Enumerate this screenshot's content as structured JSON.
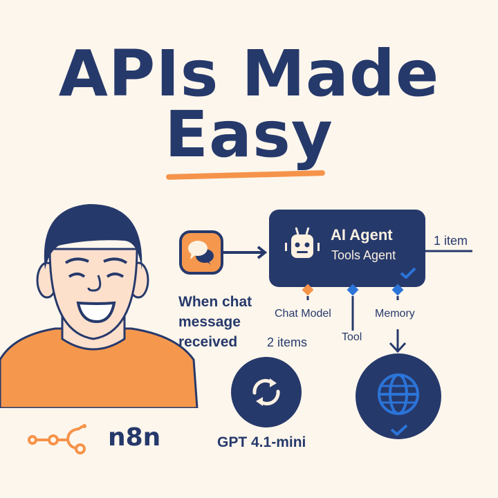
{
  "headline": {
    "line1": "APIs Made",
    "line2": "Easy"
  },
  "colors": {
    "background": "#fdf6ec",
    "navy": "#26396b",
    "orange": "#f5934a",
    "blue": "#2b74d8",
    "cream": "#fdf1e2"
  },
  "workflow": {
    "trigger": {
      "icon": "chat-bubbles-icon",
      "label_lines": [
        "When chat",
        "message",
        "received"
      ]
    },
    "agent": {
      "icon": "robot-icon",
      "title": "AI Agent",
      "subtitle": "Tools Agent",
      "status_icon": "check-icon"
    },
    "output_label": "1 item",
    "connectors": {
      "chat_model": "Chat Model",
      "tool": "Tool",
      "memory": "Memory"
    },
    "chat_model_items": "2 items",
    "model_node": {
      "icon": "refresh-arrows-icon",
      "label": "GPT 4.1-mini"
    },
    "memory_node": {
      "icon": "globe-icon",
      "status_icon": "check-icon"
    }
  },
  "brand": {
    "logo_icon": "n8n-nodes-icon",
    "name": "n8n"
  },
  "avatar": {
    "description": "smiling man illustration in orange t-shirt"
  }
}
